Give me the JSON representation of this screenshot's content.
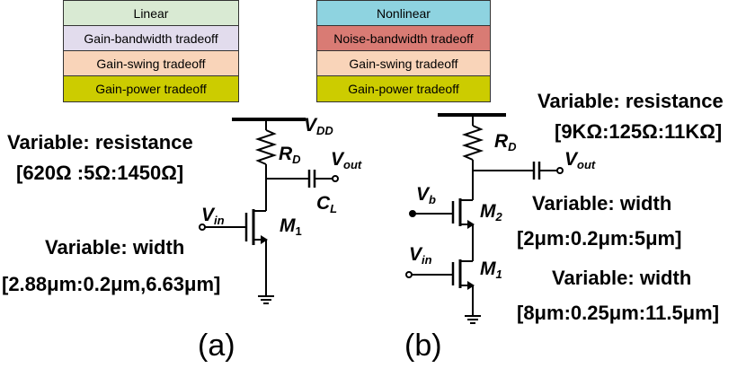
{
  "legend_a": {
    "rows": [
      {
        "label": "Linear",
        "color": "#d9ead3"
      },
      {
        "label": "Gain-bandwidth tradeoff",
        "color": "#e2dced"
      },
      {
        "label": "Gain-swing tradeoff",
        "color": "#f9d4b9"
      },
      {
        "label": "Gain-power tradeoff",
        "color": "#cccc00"
      }
    ]
  },
  "legend_b": {
    "rows": [
      {
        "label": "Nonlinear",
        "color": "#8ed3e0"
      },
      {
        "label": "Noise-bandwidth tradeoff",
        "color": "#d97b74"
      },
      {
        "label": "Gain-swing tradeoff",
        "color": "#f9d4b9"
      },
      {
        "label": "Gain-power tradeoff",
        "color": "#cccc00"
      }
    ]
  },
  "circuit_a": {
    "var_resistance_label": "Variable: resistance",
    "var_resistance_range": "[620Ω :5Ω:1450Ω]",
    "var_width_label": "Variable: width",
    "var_width_range": "[2.88μm:0.2μm,6.63μm]",
    "vdd_main": "V",
    "vdd_sub": "DD",
    "rd_main": "R",
    "rd_sub": "D",
    "vout_main": "V",
    "vout_sub": "out",
    "cl_main": "C",
    "cl_sub": "L",
    "vin_main": "V",
    "vin_sub": "in",
    "m1_main": "M",
    "m1_sub": "1",
    "caption": "(a)"
  },
  "circuit_b": {
    "var_resistance_label": "Variable: resistance",
    "var_resistance_range": "[9KΩ:125Ω:11KΩ]",
    "var_width2_label": "Variable: width",
    "var_width2_range": "[2μm:0.2μm:5μm]",
    "var_width1_label": "Variable: width",
    "var_width1_range": "[8μm:0.25μm:11.5μm]",
    "rd_main": "R",
    "rd_sub": "D",
    "vout_main": "V",
    "vout_sub": "out",
    "vb_main": "V",
    "vb_sub": "b",
    "m2_main": "M",
    "m2_sub": "2",
    "vin_main": "V",
    "vin_sub": "in",
    "m1_main": "M",
    "m1_sub": "1",
    "caption": "(b)"
  }
}
